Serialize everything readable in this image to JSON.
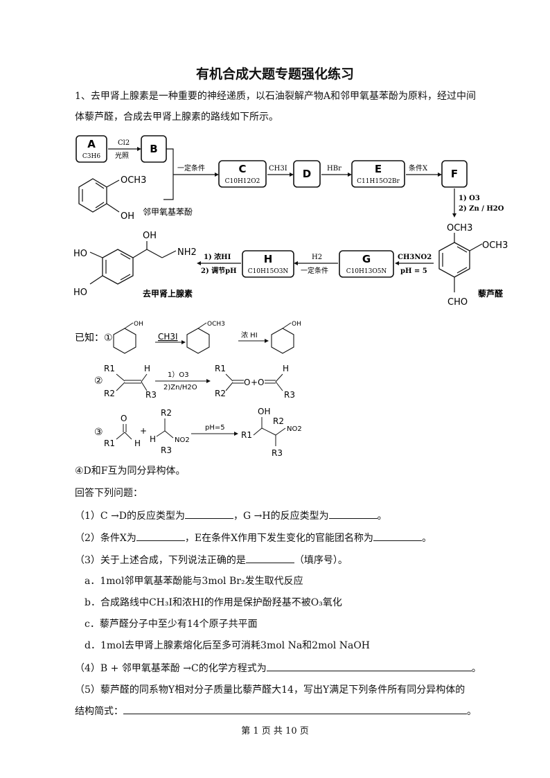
{
  "title": "有机合成大题专题强化练习",
  "intro": {
    "line1": "1、去甲肾上腺素是一种重要的神经递质，以石油裂解产物A和邻甲氧基苯酚为原料，经过中间",
    "line2": "体藜芦醛，合成去甲肾上腺素的路线如下所示。"
  },
  "scheme": {
    "A_label": "A",
    "A_formula": "C3H6",
    "cl2": "Cl2",
    "guangzhao": "光照",
    "B_label": "B",
    "och3": "OCH3",
    "oh": "OH",
    "guaiacol": "邻甲氧基苯酚",
    "cond1": "一定条件",
    "C_label": "C",
    "C_formula": "C10H12O2",
    "ch3i": "CH3I",
    "D_label": "D",
    "hbr": "HBr",
    "E_label": "E",
    "E_formula": "C11H15O2Br",
    "condX": "条件X",
    "F_label": "F",
    "o3": "1) O3",
    "znh2o": "2) Zn / H2O",
    "veratraldehyde": "藜芦醛",
    "cho": "CHO",
    "ch3no2": "CH3NO2",
    "ph5": "pH = 5",
    "G_label": "G",
    "G_formula": "C10H13O5N",
    "h2": "H2",
    "cond2": "一定条件",
    "H_label": "H",
    "H_formula": "C10H15O3N",
    "hi": "1) 浓HI",
    "ph_adjust": "2) 调节pH",
    "ho": "HO",
    "nh2": "NH2",
    "product": "去甲肾上腺素"
  },
  "known": {
    "prefix": "已知：①",
    "r1_reagent": "CH3I",
    "r1_reagent2": "浓 HI",
    "oh": "OH",
    "och3": "OCH3",
    "r2_num": "②",
    "r2_cond1": "1）O3",
    "r2_cond2": "2)Zn/H2O",
    "r3_num": "③",
    "r3_cond": "pH=5",
    "R1": "R1",
    "R2": "R2",
    "R3": "R3",
    "H": "H",
    "O": "O",
    "NO2": "NO2",
    "plus": "+"
  },
  "item4": "④D和F互为同分异构体。",
  "answer_prompt": "回答下列问题：",
  "q1": {
    "a": "（1）C →D的反应类型为",
    "b": "，G →H的反应类型为",
    "end": "。"
  },
  "q2": {
    "a": "（2）条件X为",
    "b": "，E在条件X作用下发生变化的官能团名称为",
    "end": "。"
  },
  "q3": {
    "a": "（3）关于上述合成，下列说法正确的是",
    "b": "（填序号）。"
  },
  "opt_a": "a．1mol邻甲氧基苯酚能与3mol Br₂发生取代反应",
  "opt_b": "b．合成路线中CH₃I和浓HI的作用是保护酚羟基不被O₃氧化",
  "opt_c": "c．藜芦醛分子中至少有14个原子共平面",
  "opt_d": "d．1mol去甲肾上腺素熔化后至多可消耗3mol Na和2mol NaOH",
  "q4": {
    "a": "（4）B + 邻甲氧基苯酚 →C的化学方程式为",
    "end": "。"
  },
  "q5": {
    "a": "（5）藜芦醛的同系物Y相对分子质量比藜芦醛大14，写出Y满足下列条件所有同分异构体的",
    "b": "结构简式：",
    "end": "。"
  },
  "footer": "第 1 页 共 10 页"
}
